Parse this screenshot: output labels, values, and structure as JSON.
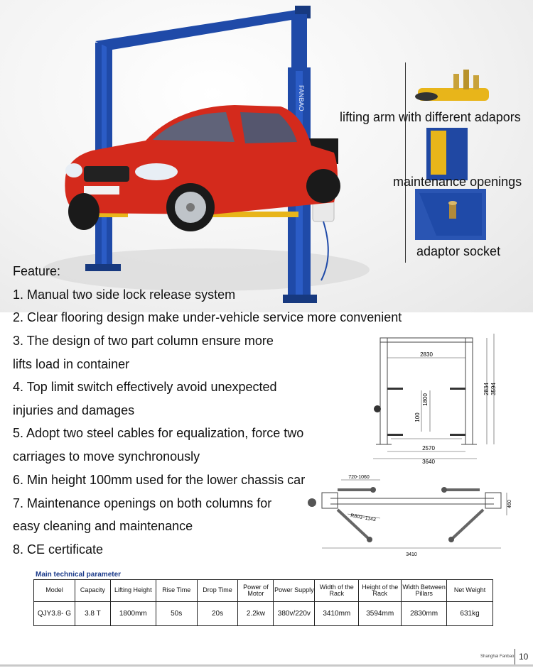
{
  "hero": {
    "brand_on_column": "FANBAO",
    "callouts": [
      "lifting arm with different adapors",
      "maintenance openings",
      "adaptor socket"
    ]
  },
  "features": {
    "heading": "Feature:",
    "items": [
      "1. Manual two side lock release system",
      "2. Clear flooring design make under-vehicle service more convenient",
      "3. The design of two part column ensure more",
      "lifts load in container",
      "4. Top limit switch effectively avoid unexpected",
      "injuries and damages",
      "5. Adopt two steel cables for equalization, force two",
      "carriages to move synchronously",
      "6. Min height 100mm used for the lower chassis car",
      "7. Maintenance openings on both columns for",
      "easy cleaning and maintenance",
      "8. CE certificate"
    ]
  },
  "front_view": {
    "dim_inner_width": "2830",
    "dim_height_1": "2834",
    "dim_height_2": "3594",
    "dim_lift": "1800",
    "dim_min": "100",
    "dim_base": "2570",
    "dim_overall": "3640"
  },
  "top_view": {
    "dim_arm": "720-1060",
    "dim_reach": "R803~1143",
    "dim_depth": "460",
    "dim_overall": "3410"
  },
  "table": {
    "title": "Main technical parameter",
    "headers": [
      "Model",
      "Capacity",
      "Lifting Height",
      "Rise Time",
      "Drop Time",
      "Power of Motor",
      "Power Supply",
      "Width of the Rack",
      "Height of the Rack",
      "Width Between Pillars",
      "Net Weight"
    ],
    "row": [
      "QJY3.8- G",
      "3.8 T",
      "1800mm",
      "50s",
      "20s",
      "2.2kw",
      "380v/220v",
      "3410mm",
      "3594mm",
      "2830mm",
      "631kg"
    ]
  },
  "footer": {
    "brand": "Shanghai Fanbao",
    "page": "10"
  },
  "colors": {
    "column_blue": "#1f4aa8",
    "car_red": "#d42a1c",
    "adapter_yellow": "#e8b51a",
    "table_title": "#1a3a8a"
  }
}
